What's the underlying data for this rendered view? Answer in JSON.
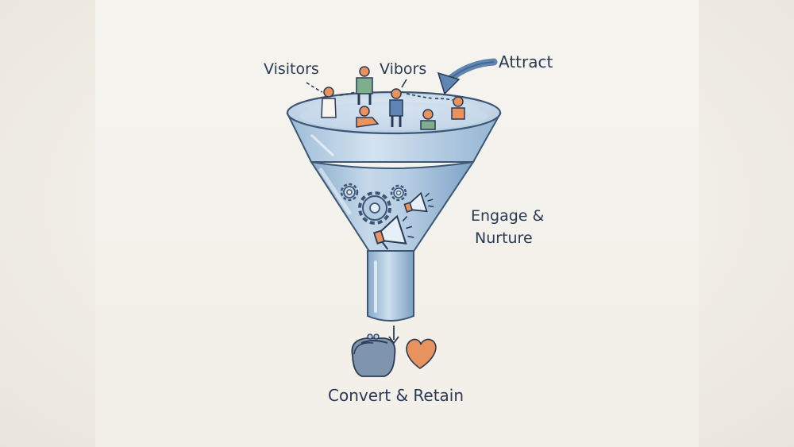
{
  "labels": {
    "visitors": "Visitors",
    "vibors": "Vibors",
    "attract": "Attract",
    "engage_line1": "Engage &",
    "engage_line2": "Nurture",
    "convert": "Convert & Retain"
  },
  "colors": {
    "ink": "#2a3a55",
    "funnel": "#a9c4dc",
    "funnel_dark": "#6f96ba",
    "person_green": "#7fae8c",
    "person_orange": "#e79a62",
    "person_blue": "#5f86b3",
    "heart": "#e8935e",
    "purse": "#7f95ad"
  },
  "icons": [
    "person-icon",
    "gear-icon",
    "megaphone-icon",
    "arrow-icon",
    "purse-icon",
    "heart-icon"
  ]
}
